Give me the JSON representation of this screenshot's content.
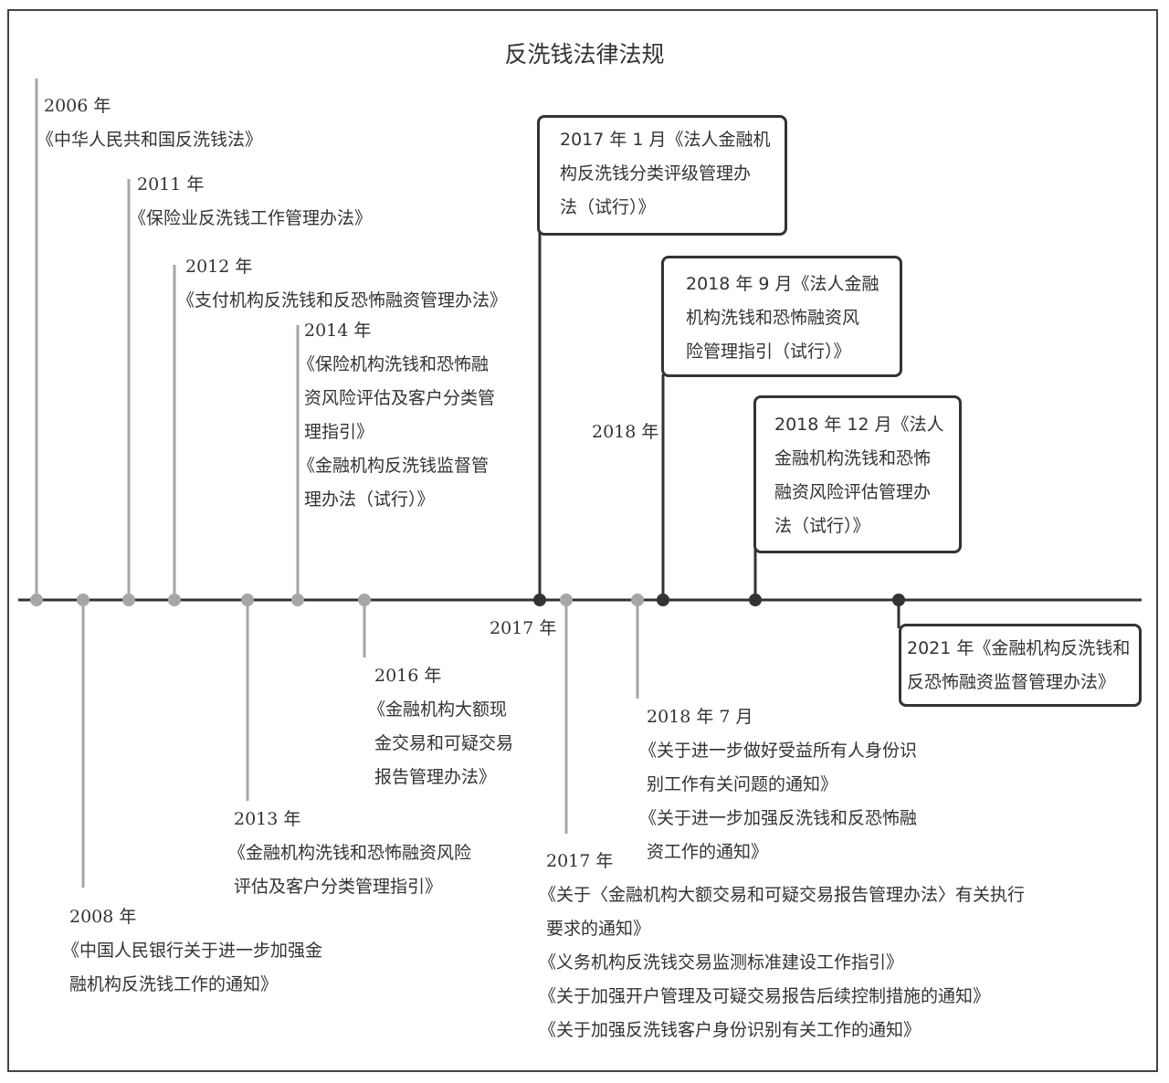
{
  "title": "反洗钱法律法规",
  "colors": {
    "gray": "#a6a6a6",
    "dark": "#333333"
  },
  "events": {
    "e2006": {
      "year": "2006 年",
      "lines": [
        "《中华人民共和国反洗钱法》"
      ]
    },
    "e2008": {
      "year": "2008 年",
      "lines": [
        "《中国人民银行关于进一步加强金",
        "融机构反洗钱工作的通知》"
      ]
    },
    "e2011": {
      "year": "2011 年",
      "lines": [
        "《保险业反洗钱工作管理办法》"
      ]
    },
    "e2012": {
      "year": "2012 年",
      "lines": [
        "《支付机构反洗钱和反恐怖融资管理办法》"
      ]
    },
    "e2013": {
      "year": "2013 年",
      "lines": [
        "《金融机构洗钱和恐怖融资风险",
        "评估及客户分类管理指引》"
      ]
    },
    "e2014": {
      "year": "2014 年",
      "lines": [
        "《保险机构洗钱和恐怖融",
        "资风险评估及客户分类管",
        "理指引》",
        "《金融机构反洗钱监督管",
        "理办法（试行）》"
      ]
    },
    "e2016": {
      "year": "2016 年",
      "lines": [
        "《金融机构大额现",
        "金交易和可疑交易",
        "报告管理办法》"
      ]
    },
    "e2017_label": "2017 年",
    "e2017a": {
      "lines": [
        "2017 年 1 月《法人金融机",
        "构反洗钱分类评级管理办",
        "法（试行）》"
      ]
    },
    "e2017b": {
      "year": "2017 年",
      "lines": [
        "《关于〈金融机构大额交易和可疑交易报告管理办法〉有关执行",
        "要求的通知》",
        "《义务机构反洗钱交易监测标准建设工作指引》",
        "《关于加强开户管理及可疑交易报告后续控制措施的通知》",
        "《关于加强反洗钱客户身份识别有关工作的通知》"
      ]
    },
    "e2018_label": "2018 年",
    "e2018_7": {
      "year": "2018 年 7 月",
      "lines": [
        "《关于进一步做好受益所有人身份识",
        "别工作有关问题的通知》",
        "《关于进一步加强反洗钱和反恐怖融",
        "资工作的通知》"
      ]
    },
    "e2018_9": {
      "lines": [
        "2018 年 9 月《法人金融",
        "机构洗钱和恐怖融资风",
        "险管理指引（试行）》"
      ]
    },
    "e2018_12": {
      "lines": [
        "2018 年 12 月《法人",
        "金融机构洗钱和恐怖",
        "融资风险评估管理办",
        "法（试行）》"
      ]
    },
    "e2021": {
      "lines": [
        "2021 年《金融机构反洗钱和",
        "反恐怖融资监督管理办法》"
      ]
    }
  }
}
